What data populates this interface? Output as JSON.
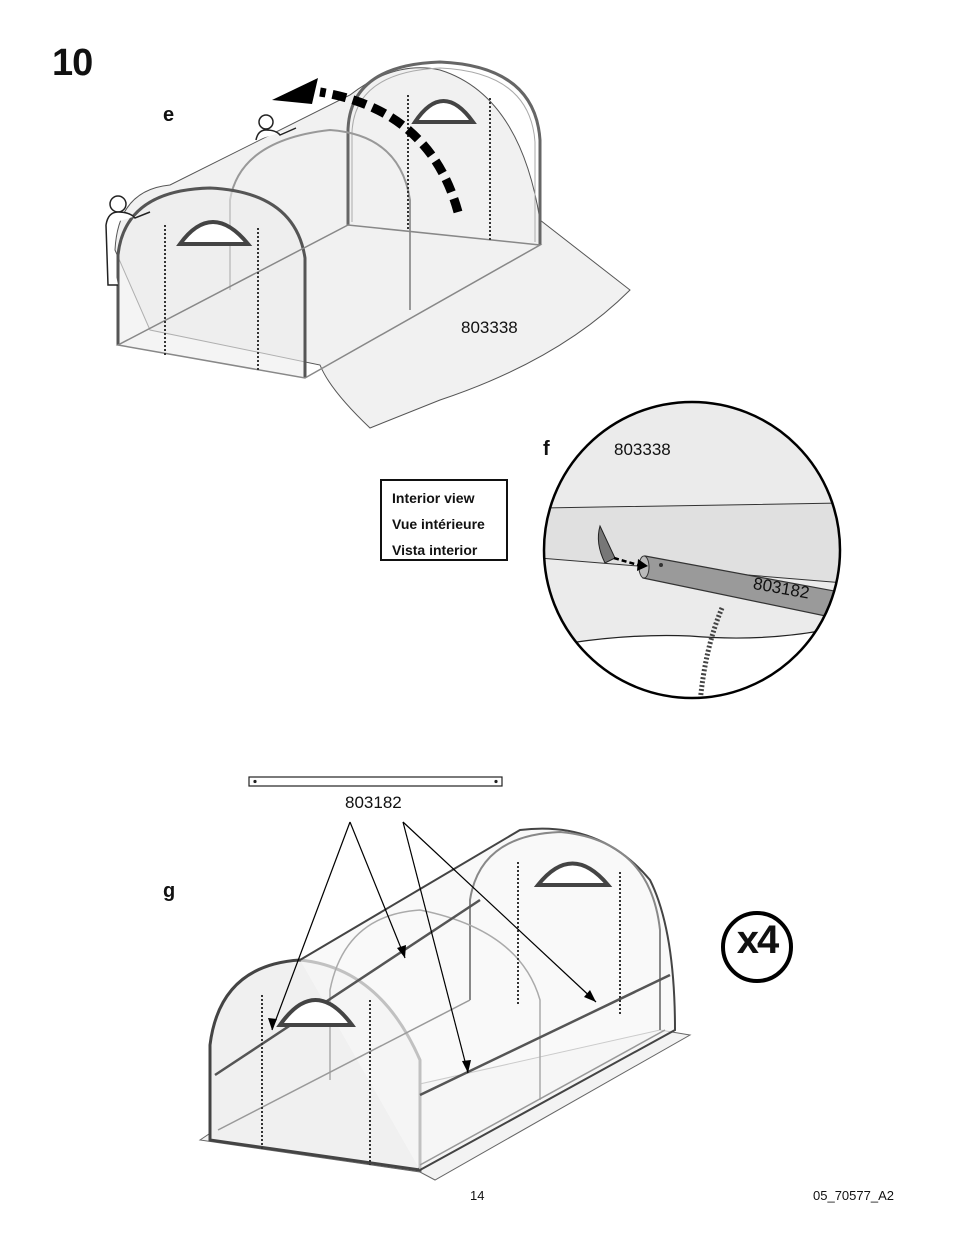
{
  "page": {
    "step_number": "10",
    "footer": {
      "page_number": "14",
      "doc_code": "05_70577_A2"
    }
  },
  "panel_e": {
    "label": "e",
    "part_number": "803338"
  },
  "panel_f": {
    "label": "f",
    "part_cover": "803338",
    "part_pipe": "803182"
  },
  "legend": {
    "lines": [
      "Interior view",
      "Vue intérieure",
      "Vista interior"
    ]
  },
  "panel_g": {
    "label": "g",
    "part_number": "803182",
    "quantity": "x4"
  }
}
